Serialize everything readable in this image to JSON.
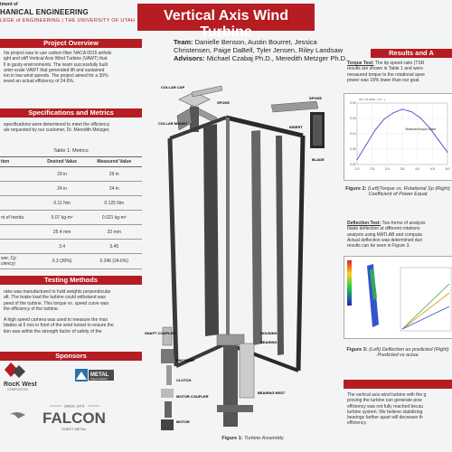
{
  "header": {
    "dept_small": "tment of",
    "dept_big": "HANICAL ENGINEERING",
    "college": "LEGE of ENGINEERING | THE UNIVERSITY OF UTAH",
    "title": "Vertical Axis Wind Turbine"
  },
  "team": {
    "team_label": "Team:",
    "team_names": "Danielle Benson, Austin Bourret, Jessica Christensen, Paige DaBell, Tyler Jensen, Riley Landsaw",
    "advisors_label": "Advisors:",
    "advisors_names": "Michael Czabaj Ph.D., Meredith Metzger Ph.D."
  },
  "sections": {
    "overview": "Project Overview",
    "specs": "Specifications and Metrics",
    "testing": "Testing Methods",
    "sponsors": "Sponsors",
    "results": "Results and A"
  },
  "overview_text": [
    "his project was to use carbon fiber NACA 0015 airfoils",
    "ight and stiff Vertical Axis Wind Turbine (VAWT) that",
    "ll in gusty environments. The team successfully built",
    "arter-scale VAWT that generated lift and sustained",
    "ion in low wind speeds. The project aimed for a 30%",
    "ieved an actual efficiency of 24.6%."
  ],
  "specs_text": [
    "specifications were determined to meet the efficiency",
    "als requested by our customer, Dr. Meredith Metzger."
  ],
  "table": {
    "caption": "Table 1: Metrics",
    "headers": [
      "tion",
      "Desired Value",
      "Measured Value"
    ],
    "rows": [
      [
        "",
        "29 in",
        "29 in"
      ],
      [
        "",
        "24 in",
        "24 in"
      ],
      [
        "",
        "0.11 Nm",
        "0.125 Nm"
      ],
      [
        "nt of Inertia",
        "0.07 kg-m²",
        "0.021 kg-m²"
      ],
      [
        "",
        "25.4 mm",
        "22 mm"
      ],
      [
        "",
        "3.4",
        "3.45"
      ],
      [
        "wer, Cp\nciency)",
        "0.3 (30%)",
        "0.246 (24.6%)"
      ]
    ]
  },
  "testing_text": [
    "rake was manufactured to hold weights perpendicular",
    "aft. The brake load the turbine could withstand was",
    "peed of the turbine. This torque vs. speed curve was",
    "the efficiency of the turbine.",
    "",
    "A high speed camera was used to measure the max",
    "blades at 5 m/s in front of the wind tunnel to ensure the",
    "tion was within the strength factor of safety of the"
  ],
  "sponsors": {
    "rockwest_top": "RocK West",
    "rockwest_bottom": "COMPOSITES",
    "metal_top": "METAL",
    "metal_bottom": "Supermarkets",
    "falcon_since": "SINCE 1979",
    "falcon_name": "FALCON",
    "falcon_sub": "SHEET METAL"
  },
  "assembly_labels": {
    "collar_cap": "COLLAR CAP",
    "collar_mount": "COLLAR MOUNT",
    "spoke1": "SPOKE",
    "spoke2": "SPOKE",
    "insert": "INSERT",
    "blade": "BLADE",
    "housing": "HOUSING",
    "bearing": "BEARING",
    "shaft_coupler": "SHAFT COUPLER",
    "encoder": "ENCODER",
    "clutch": "CLUTCH",
    "motor_coupler": "MOTOR COUPLER",
    "motor": "MOTOR",
    "bearing_rest": "BEARING REST"
  },
  "fig1_caption_label": "Figure 1:",
  "fig1_caption_text": "Turbine Assembly.",
  "results": {
    "torque_label": "Torque Test:",
    "torque_text": [
      "The tip speed ratio (TSR",
      "results are shown in Table 1 and were",
      "measured torque to the rotational spee",
      "power was 18% lower than our goal."
    ],
    "fig2_label": "Figure 2:",
    "fig2_text": "(Left)Torque vs. Rotational Sp (Right) Coefficient of Power Equat",
    "deflection_label": "Deflection Test:",
    "deflection_text": [
      "Two forms of analysis",
      "blade deflection at different rotations",
      "analysis using MATLAB and computa",
      "Actual deflection was determined duri",
      "results can be seen in Figure 3."
    ],
    "fig3_label": "Figure 3:",
    "fig3_text": "(Left) Deflection as predicted (Right) Predicted vs actua",
    "conclusion_text": [
      "The vertical axis wind turbine with the g",
      "proving the turbine can generate pow",
      "efficiency was not fully reached becau",
      "turbine system. We believe stabilizing",
      "bearings farther apart will decrease th",
      "efficiency."
    ]
  },
  "chart_data": {
    "type": "line",
    "title": "",
    "xlabel": "",
    "ylabel": "",
    "x_ticks": [
      "2.0",
      "2.5",
      "3.0",
      "3.5",
      "4.0",
      "4.5",
      "5.0"
    ],
    "y_ticks": [
      "0.20",
      "0.15",
      "0.10",
      "0.05",
      "0.00"
    ],
    "annotation": "Measured torque output",
    "equation_text": "CP = (0.0446 · λ^2 ...)",
    "series": [
      {
        "values": [
          [
            2.0,
            0.02
          ],
          [
            2.3,
            0.08
          ],
          [
            2.6,
            0.14
          ],
          [
            2.9,
            0.185
          ],
          [
            3.2,
            0.21
          ],
          [
            3.5,
            0.225
          ],
          [
            3.8,
            0.215
          ],
          [
            4.1,
            0.19
          ],
          [
            4.4,
            0.15
          ],
          [
            4.7,
            0.1
          ],
          [
            5.0,
            0.05
          ]
        ]
      }
    ],
    "xlim": [
      2.0,
      5.0
    ],
    "ylim": [
      0.0,
      0.25
    ]
  },
  "colors": {
    "accent_red": "#b51d23",
    "curve_blue": "#4a4ad8",
    "frame_dark": "#333333"
  }
}
